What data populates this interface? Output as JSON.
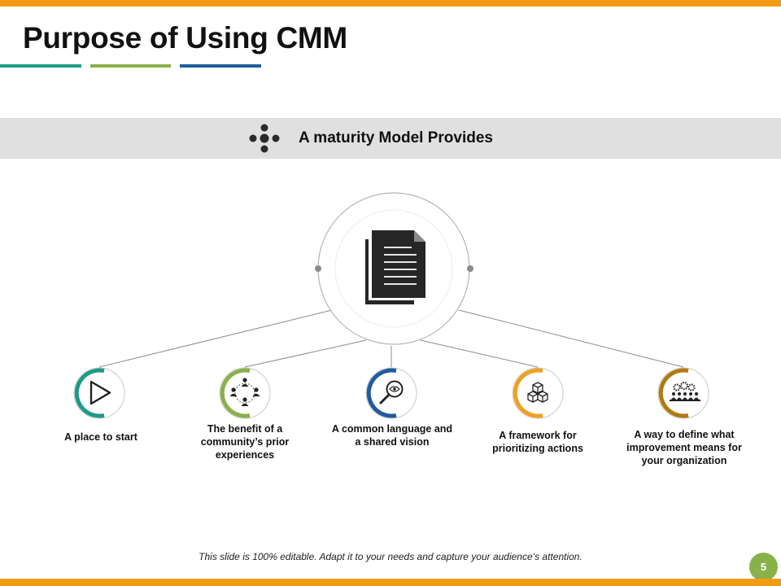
{
  "slide": {
    "title": "Purpose of Using CMM",
    "banner": {
      "text": "A maturity Model Provides",
      "icon": "cluster-dots-icon"
    },
    "center_icon": "documents-icon",
    "items": [
      {
        "label": "A place to start",
        "icon": "play-triangle-icon",
        "color": "#1e9a85"
      },
      {
        "label": "The benefit of a community’s prior experiences",
        "icon": "people-network-icon",
        "color": "#8ab04a"
      },
      {
        "label": "A common language and a shared vision",
        "icon": "eye-magnifier-icon",
        "color": "#1f5c9e"
      },
      {
        "label": "A framework for prioritizing actions",
        "icon": "cubes-icon",
        "color": "#f0a020"
      },
      {
        "label": "A way to define what improvement means for your organization",
        "icon": "gears-team-icon",
        "color": "#b07a10"
      }
    ],
    "footer_note": "This slide is 100% editable. Adapt it to your needs and capture your audience’s attention.",
    "page_number": "5",
    "colors": {
      "accent_orange": "#f39c12",
      "teal": "#1e9a85",
      "green": "#8ab04a",
      "blue": "#1f5c9e",
      "banner_gray": "#e0e0e0"
    }
  }
}
